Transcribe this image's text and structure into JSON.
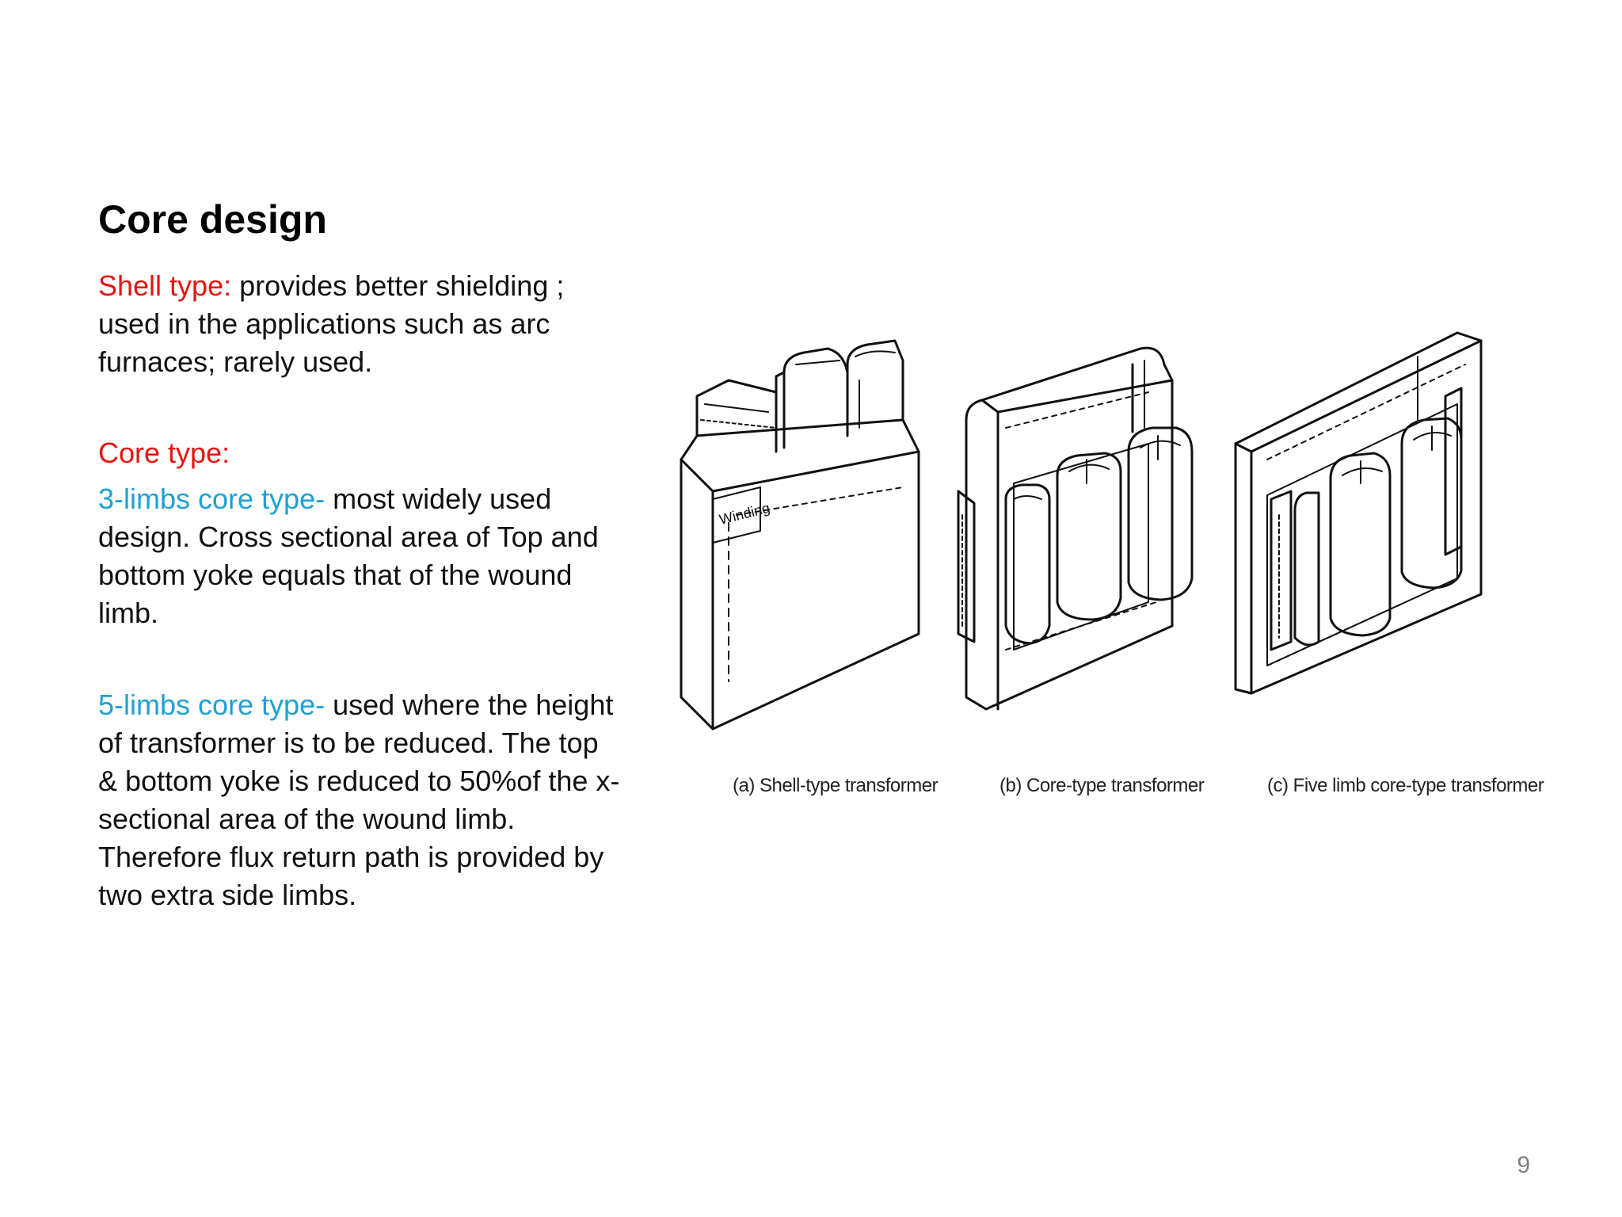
{
  "slide": {
    "title": "Core design",
    "shell": {
      "label": "Shell type:",
      "text": " provides better shielding ; used in the applications such as arc furnaces; rarely used.",
      "label_color": "#e8140f"
    },
    "core_heading": {
      "label": "Core type:",
      "label_color": "#e8140f"
    },
    "three_limb": {
      "label": "3-limbs core type-",
      "text": " most widely used design. Cross sectional area of Top and bottom yoke equals that of  the wound limb.",
      "label_color": "#1da1d6"
    },
    "five_limb": {
      "label": "5-limbs core type-",
      "text": " used where the height of transformer is to be reduced. The top & bottom yoke is reduced to 50%of the x-sectional area of the wound limb. Therefore flux return path is provided by two extra side limbs.",
      "label_color": "#1da1d6"
    },
    "page_number": "9"
  },
  "figure": {
    "captions": {
      "a": "(a) Shell-type transformer",
      "b": "(b) Core-type transformer",
      "c": "(c) Five limb core-type transformer"
    },
    "winding_label": "Winding"
  }
}
